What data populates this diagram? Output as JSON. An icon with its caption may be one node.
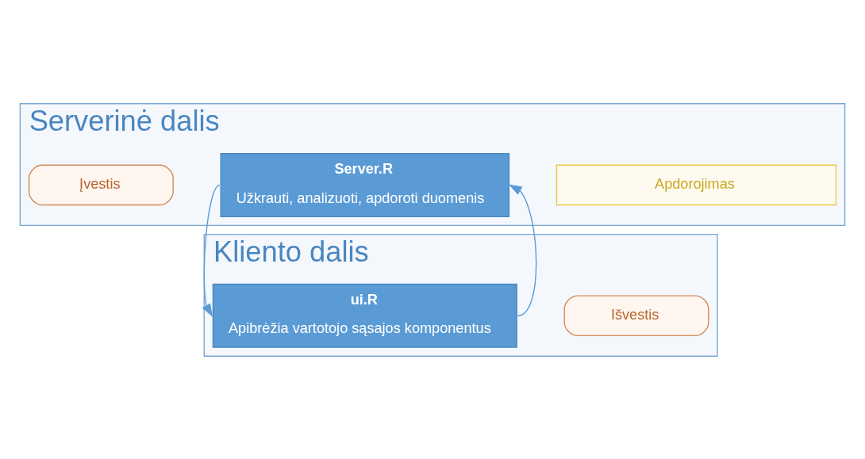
{
  "diagram": {
    "nodes": [
      {
        "text": [
          "Serverinė dalis"
        ]
      },
      {
        "text": [
          "Apdorojimas"
        ],
        "in": 0
      },
      {
        "text": [
          "Server.R",
          "Užkrauti, analizuoti, apdoroti duomenis"
        ],
        "in": 0
      },
      {
        "text": [
          "Įvestis"
        ],
        "in": 0
      },
      {
        "text": [
          "Kliento dalis"
        ]
      },
      {
        "text": [
          "Išvestis"
        ],
        "in": 4
      },
      {
        "text": [
          "ui.R",
          "Apibrėžia vartotojo sąsajos komponentus"
        ],
        "in": 4
      }
    ],
    "edges": [
      {
        "from": 2,
        "to": 6,
        "arrow": "to"
      },
      {
        "from": 6,
        "to": 2,
        "arrow": "to"
      }
    ]
  }
}
